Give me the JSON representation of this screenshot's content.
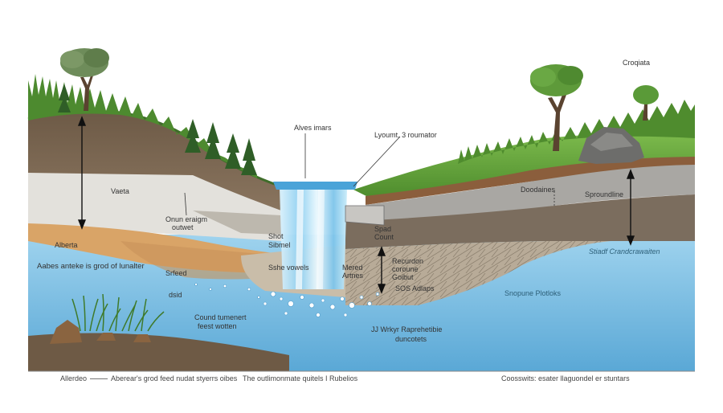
{
  "labels": {
    "top_right": "Croqiata",
    "alves": "Alves imars",
    "lyoumt": "Lyoumt, 3 roumator",
    "vaeta": "Vaeta",
    "onun_1": "Onun eraigm",
    "onun_2": "outwet",
    "alberta": "Alberta",
    "aabes": "Aabes anteke is grod of lunalter",
    "doodaines": "Doodaines",
    "sproundline": "Sproundline",
    "spad": "Spad",
    "count": "Count",
    "shot": "Shot",
    "sibmel": "Sibmel",
    "srfeed": "Srfeed",
    "dsid": "dsid",
    "sshe_vowels": "Sshe vowels",
    "mered_1": "Mered",
    "mered_2": "Artnes",
    "recurdon_1": "Recurdon",
    "recurdon_2": "coroune",
    "recurdon_3": "Goibut",
    "sos_adlaps": "SOS Adlaps",
    "stiadf": "Stiadf Crandcrawaiten",
    "snopune": "Snopune Plotloks",
    "cound_1": "Cound tumenert",
    "cound_2": "feest wotten",
    "jj_1": "JJ Wrkyr Raprehetibie",
    "jj_2": "duncotets"
  },
  "captions": {
    "left_a": "Allerdeo",
    "left_b": "Aberear's grod feed nudat styerrs oibes",
    "middle": "The outlimonmate quitels I Rubelios",
    "right": "Coosswits: esater llaguondel er stuntars"
  },
  "colors": {
    "sky": "#ffffff",
    "topsoil": "#7a6650",
    "sand_layer": "#e2e0da",
    "clay_orange": "#d9a467",
    "groundwater": "#8ec9e8",
    "deep_water": "#62b0da",
    "grass": "#5d9d3a",
    "waterfall": "#b8e2f7",
    "gravel": "#b8ab98",
    "bedrock": "#6f6558"
  },
  "icons": [
    "tree-icon",
    "rock-icon",
    "reed-icon",
    "waterfall-icon",
    "arrow-icon"
  ]
}
